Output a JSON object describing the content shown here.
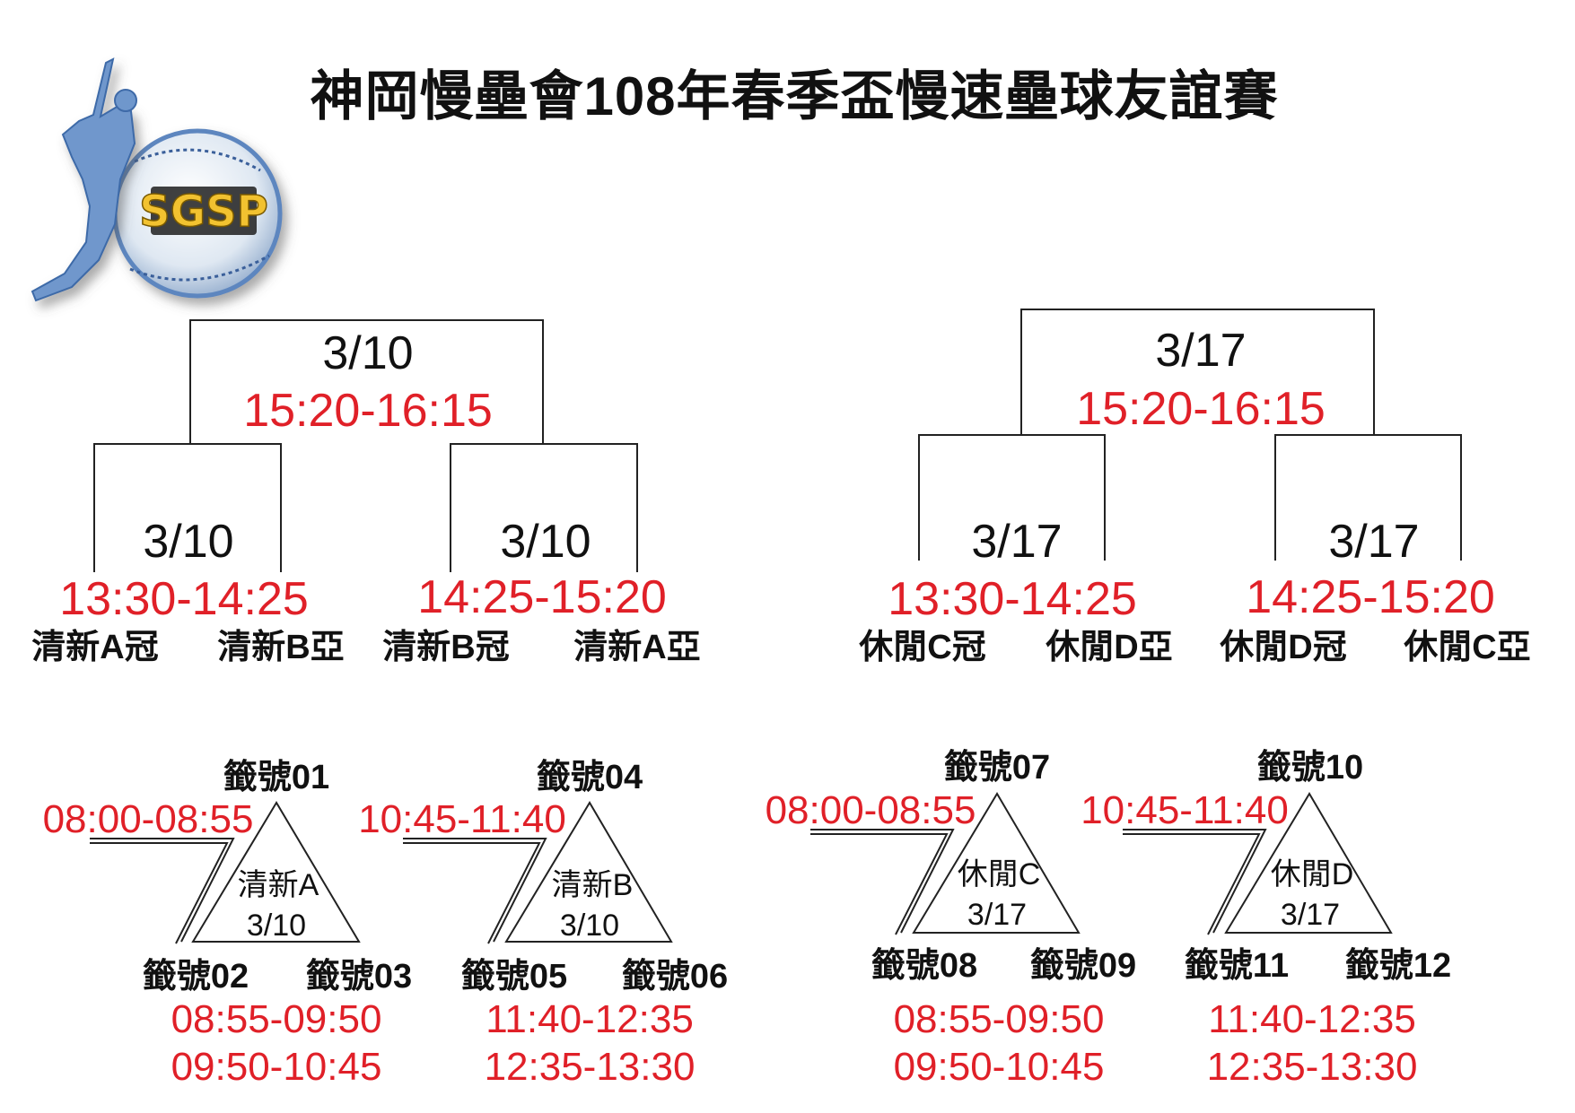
{
  "title": "神岡慢壘會108年春季盃慢速壘球友誼賽",
  "logo": {
    "text": "SGSP",
    "colors": {
      "ball": "#b9cfe6",
      "player": "#5d86bf",
      "text": "#f2c230"
    }
  },
  "colors": {
    "time": "#e02028",
    "line": "#222222"
  },
  "brackets": [
    {
      "final": {
        "date": "3/10",
        "time": "15:20-16:15"
      },
      "semis": [
        {
          "date": "3/10",
          "time": "13:30-14:25",
          "teams": [
            "清新A冠",
            "清新B亞"
          ]
        },
        {
          "date": "3/10",
          "time": "14:25-15:20",
          "teams": [
            "清新B冠",
            "清新A亞"
          ]
        }
      ]
    },
    {
      "final": {
        "date": "3/17",
        "time": "15:20-16:15"
      },
      "semis": [
        {
          "date": "3/17",
          "time": "13:30-14:25",
          "teams": [
            "休閒C冠",
            "休閒D亞"
          ]
        },
        {
          "date": "3/17",
          "time": "14:25-15:20",
          "teams": [
            "休閒D冠",
            "休閒C亞"
          ]
        }
      ]
    }
  ],
  "groups": [
    {
      "top": "籤號01",
      "start": "08:00-08:55",
      "name": "清新A",
      "date": "3/10",
      "left": "籤號02",
      "right": "籤號03",
      "times": [
        "08:55-09:50",
        "09:50-10:45"
      ]
    },
    {
      "top": "籤號04",
      "start": "10:45-11:40",
      "name": "清新B",
      "date": "3/10",
      "left": "籤號05",
      "right": "籤號06",
      "times": [
        "11:40-12:35",
        "12:35-13:30"
      ]
    },
    {
      "top": "籤號07",
      "start": "08:00-08:55",
      "name": "休閒C",
      "date": "3/17",
      "left": "籤號08",
      "right": "籤號09",
      "times": [
        "08:55-09:50",
        "09:50-10:45"
      ]
    },
    {
      "top": "籤號10",
      "start": "10:45-11:40",
      "name": "休閒D",
      "date": "3/17",
      "left": "籤號11",
      "right": "籤號12",
      "times": [
        "11:40-12:35",
        "12:35-13:30"
      ]
    }
  ]
}
